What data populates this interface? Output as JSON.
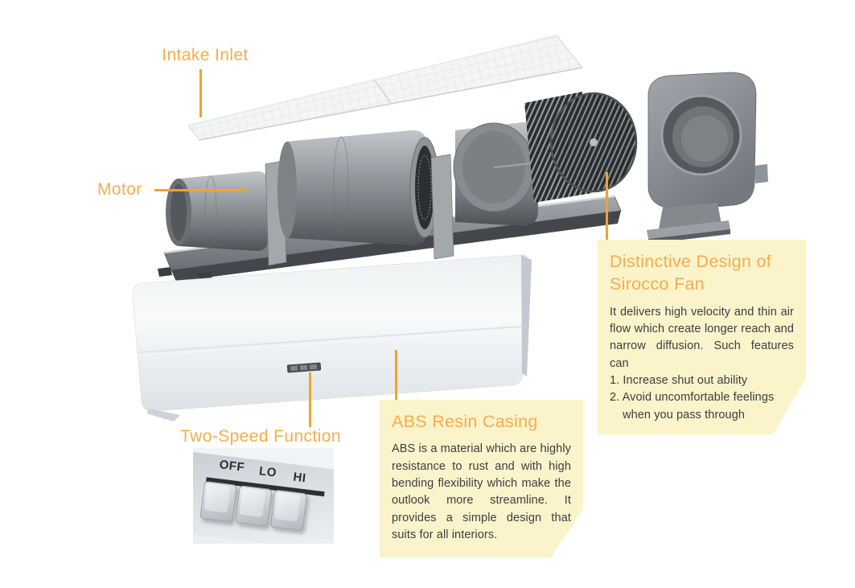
{
  "colors": {
    "accent_orange": "#F6AC4D",
    "callout_line": "#EFA42E",
    "note_background": "#FBF3CA",
    "body_text": "#3D3D40"
  },
  "callouts": {
    "intake_inlet": {
      "label": "Intake Inlet"
    },
    "motor": {
      "label": "Motor"
    },
    "two_speed": {
      "label": "Two-Speed Function"
    },
    "sirocco_fan": {
      "title": "Distinctive Design of Sirocco Fan",
      "body": "It delivers high velocity and thin air flow which create longer reach and narrow diffusion. Such features can",
      "features": [
        "1. Increase shut out ability",
        "2. Avoid uncomfortable feelings when you pass through"
      ]
    },
    "abs_casing": {
      "title": "ABS Resin Casing",
      "body": "ABS is a material which are highly resistance to rust and with high bending flexibility which make the outlook more streamline. It provides a simple design that suits for all interiors."
    }
  },
  "switch_panel": {
    "labels": [
      "OFF",
      "LO",
      "HI"
    ]
  }
}
